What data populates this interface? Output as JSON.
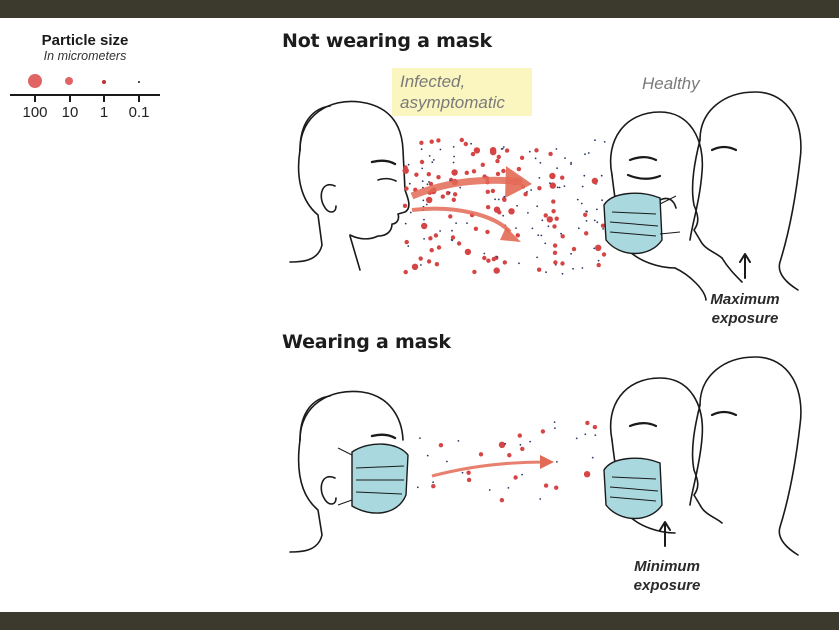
{
  "legend": {
    "title": "Particle size",
    "subtitle": "In micrometers",
    "sizes": [
      "100",
      "10",
      "1",
      "0.1"
    ]
  },
  "scenes": {
    "no_mask": {
      "title": "Not wearing a mask",
      "infected_label": "Infected, asymptomatic",
      "infected_line1": "Infected,",
      "infected_line2": "asymptomatic",
      "healthy_label": "Healthy",
      "exposure_line1": "Maximum",
      "exposure_line2": "exposure"
    },
    "mask": {
      "title": "Wearing a mask",
      "exposure_line1": "Minimum",
      "exposure_line2": "exposure"
    }
  },
  "colors": {
    "band": "#3b3a2d",
    "particle": "#d64545",
    "large_particle": "#e06464",
    "mask": "#a9d8df",
    "arrow": "#e36a55",
    "highlight": "#fbf5bf"
  }
}
